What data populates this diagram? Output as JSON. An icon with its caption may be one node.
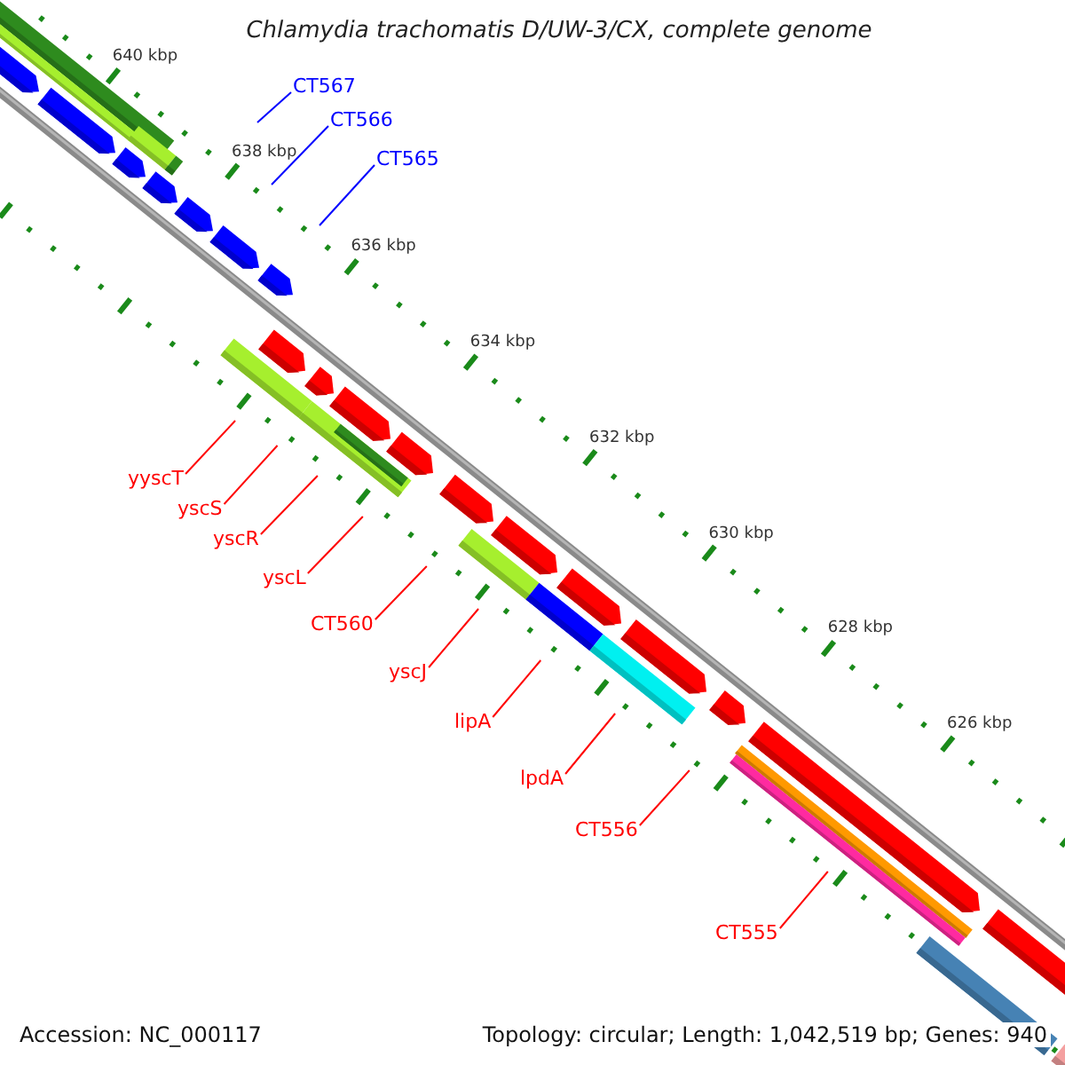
{
  "diagram": {
    "title": "Chlamydia trachomatis D/UW-3/CX, complete genome",
    "nodes": [
      {
        "text": [
          "CT567"
        ]
      },
      {
        "text": [
          "CT566"
        ]
      },
      {
        "text": [
          "CT565"
        ]
      },
      {
        "text": [
          "yyscT"
        ]
      },
      {
        "text": [
          "yscS"
        ]
      },
      {
        "text": [
          "yscR"
        ]
      },
      {
        "text": [
          "yscL"
        ]
      },
      {
        "text": [
          "CT560"
        ]
      },
      {
        "text": [
          "yscJ"
        ]
      },
      {
        "text": [
          "lipA"
        ]
      },
      {
        "text": [
          "lpdA"
        ]
      },
      {
        "text": [
          "CT556"
        ]
      },
      {
        "text": [
          "CT555"
        ]
      }
    ],
    "edges": [
      {
        "from": 0,
        "to": null,
        "arrow": "none",
        "color": "#0000ff"
      },
      {
        "from": 1,
        "to": null,
        "arrow": "none",
        "color": "#0000ff"
      },
      {
        "from": 2,
        "to": null,
        "arrow": "none",
        "color": "#0000ff"
      },
      {
        "from": 3,
        "to": null,
        "arrow": "none"
      },
      {
        "from": 4,
        "to": null,
        "arrow": "none"
      },
      {
        "from": 5,
        "to": null,
        "arrow": "none"
      },
      {
        "from": 6,
        "to": null,
        "arrow": "none"
      },
      {
        "from": 7,
        "to": null,
        "arrow": "none"
      },
      {
        "from": 8,
        "to": null,
        "arrow": "none"
      },
      {
        "from": 9,
        "to": null,
        "arrow": "none"
      },
      {
        "from": 10,
        "to": null,
        "arrow": "none"
      },
      {
        "from": 11,
        "to": null,
        "arrow": "none"
      },
      {
        "from": 12,
        "to": null,
        "arrow": "none"
      }
    ],
    "labels": [
      "640 kbp",
      "638 kbp",
      "636 kbp",
      "634 kbp",
      "632 kbp",
      "630 kbp",
      "628 kbp",
      "626 kbp",
      "Accession: NC_000117",
      "Topology: circular; Length: 1,042,519 bp; Genes: 940"
    ]
  }
}
